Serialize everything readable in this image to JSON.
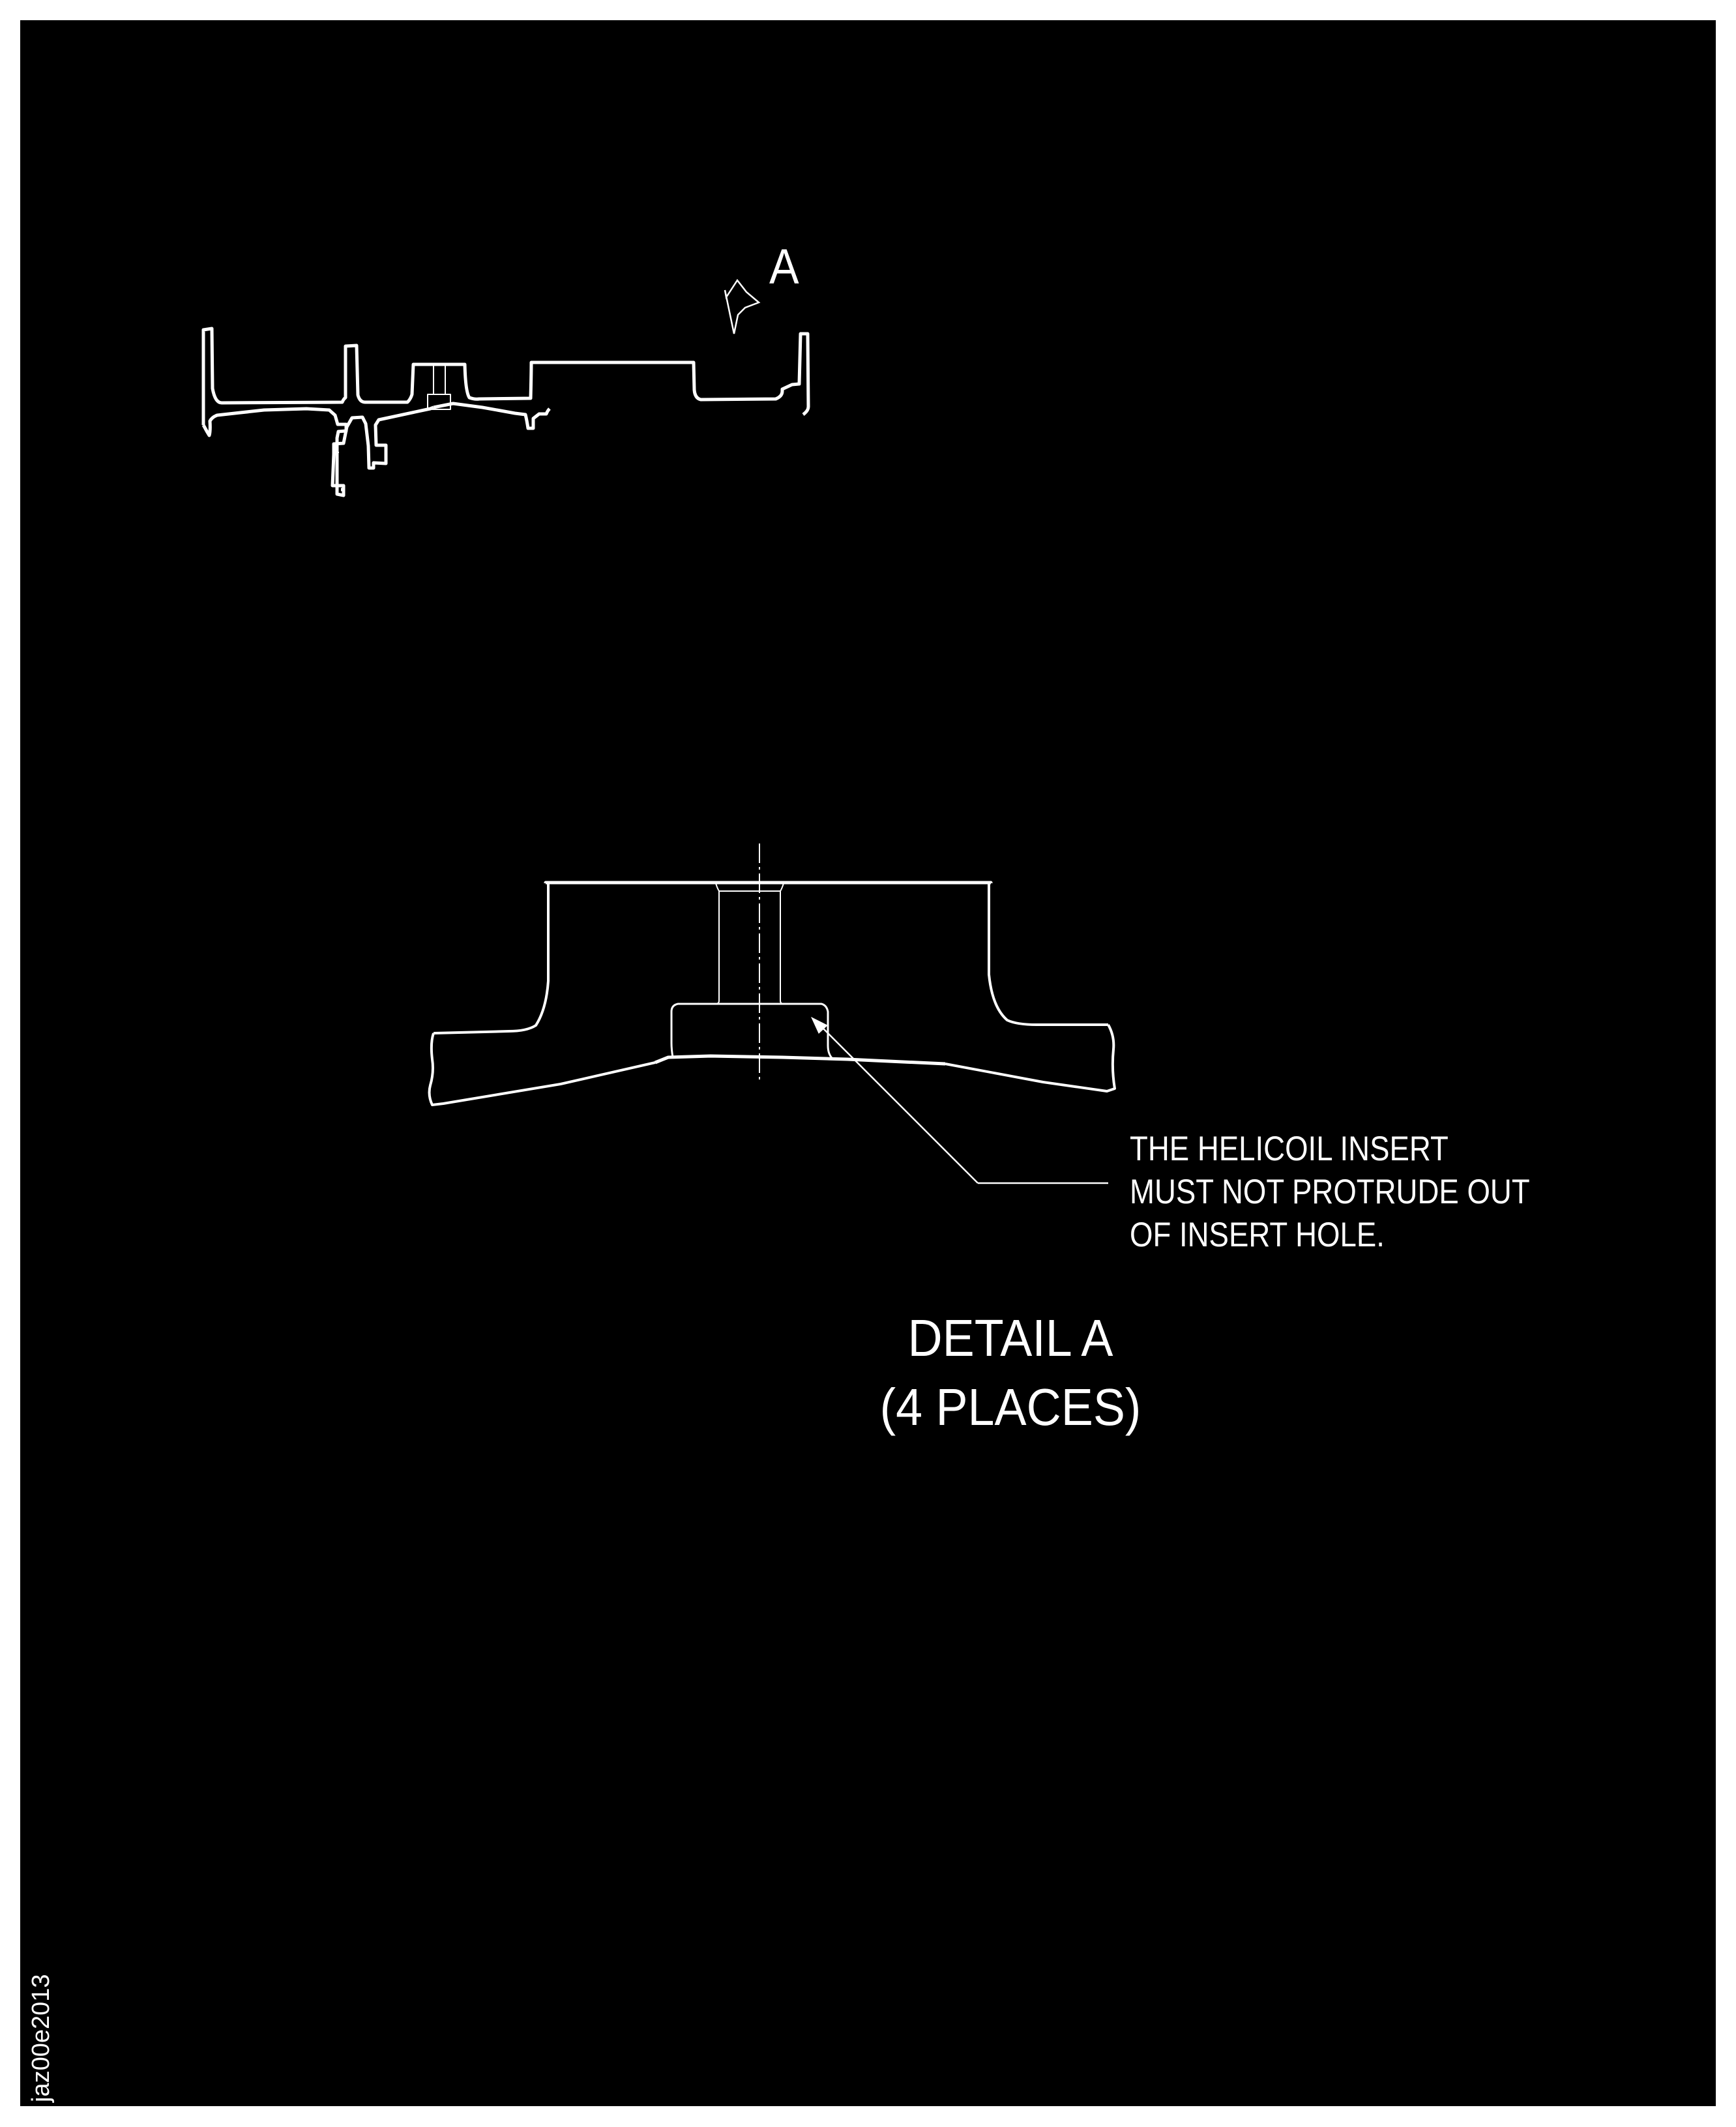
{
  "drawing": {
    "background_color": "#000000",
    "line_color": "#ffffff",
    "border_color": "#ffffff"
  },
  "overview_view": {
    "callout_letter": "A",
    "callout_arrow": "hollow-arrow-icon pointing down-left to insert boss"
  },
  "detail_view": {
    "note_lines": [
      "THE HELICOIL INSERT",
      "MUST NOT PROTRUDE OUT",
      "OF INSERT HOLE."
    ],
    "title_lines": [
      "DETAIL A",
      "(4 PLACES)"
    ]
  },
  "figure_id": "jaz00e2013"
}
